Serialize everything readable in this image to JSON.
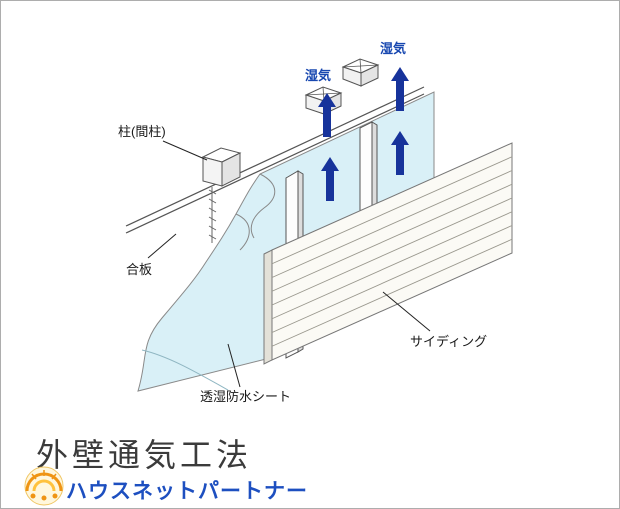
{
  "diagram": {
    "labels": {
      "pillar": "柱(間柱)",
      "plywood": "合板",
      "breathable_sheet": "透湿防水シート",
      "siding": "サイディング",
      "moisture_left": "湿気",
      "moisture_right": "湿気"
    },
    "colors": {
      "sheet_fill": "#d9f0f7",
      "arrow": "#17339b",
      "moisture_text": "#1747b0"
    }
  },
  "footer": {
    "title": "外壁通気工法",
    "brand_name": "ハウスネットパートナー",
    "brand_color": "#1d4fc0",
    "logo_color": "#ef9413"
  }
}
